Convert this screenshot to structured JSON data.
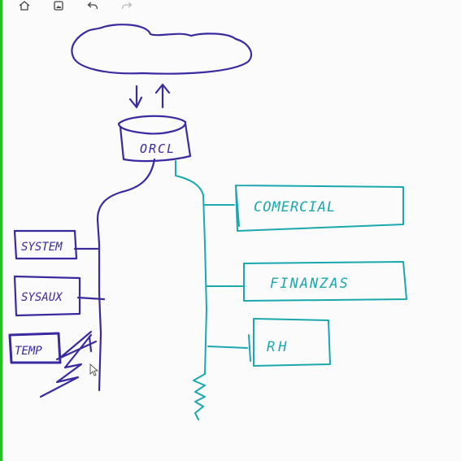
{
  "toolbar": {
    "items": [
      {
        "name": "home-icon"
      },
      {
        "name": "image-icon"
      },
      {
        "name": "undo-icon"
      },
      {
        "name": "redo-icon"
      }
    ]
  },
  "diagram": {
    "database_label": "ORCL",
    "left_boxes": [
      "SYSTEM",
      "SYSAUX",
      "TEMP"
    ],
    "right_boxes": [
      "COMERCIAL",
      "FINANZAS",
      "RH"
    ]
  },
  "colors": {
    "ink_blue": "#3a2aa0",
    "ink_teal": "#1aa7ad",
    "rail": "#22c322"
  }
}
